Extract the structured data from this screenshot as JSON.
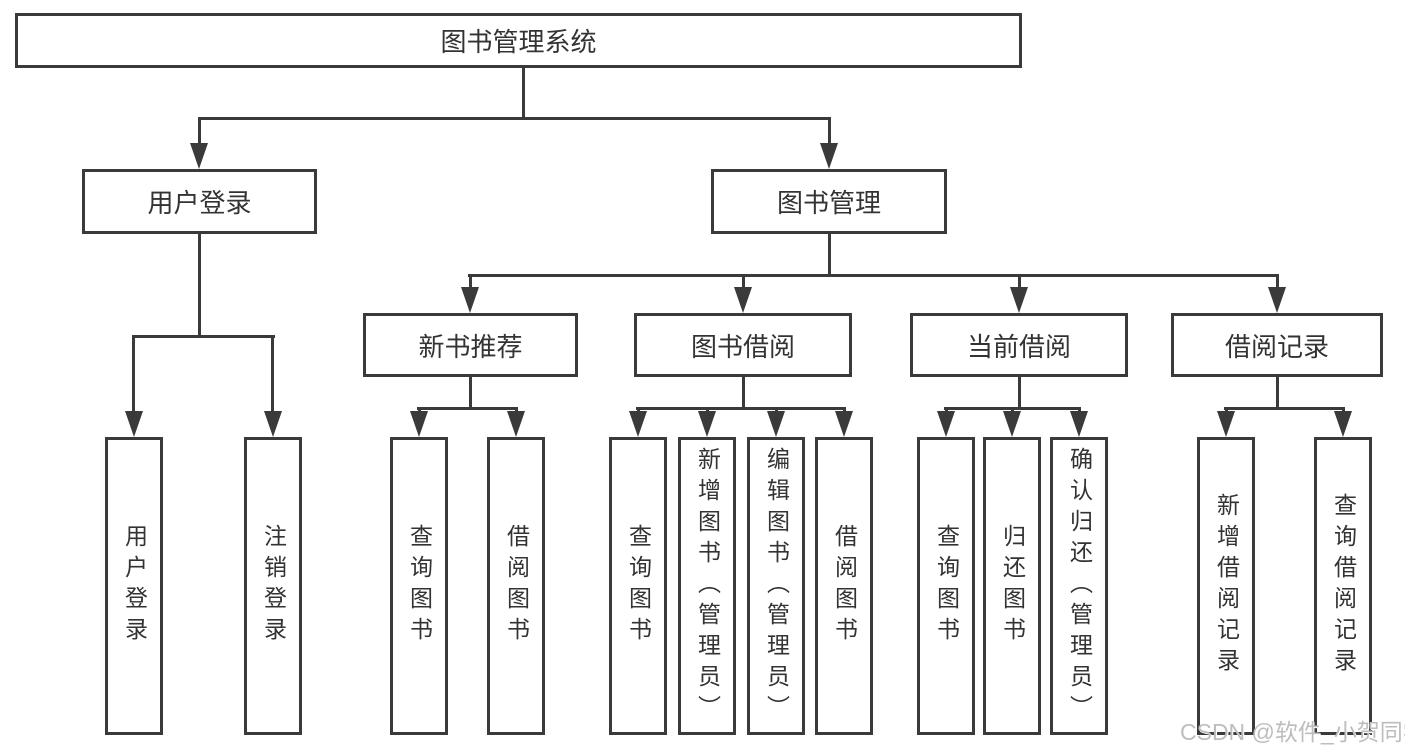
{
  "colors": {
    "line": "#3a3a3a",
    "text": "#333333",
    "background": "#ffffff",
    "watermark": "#bdbdbd"
  },
  "tree": {
    "root": {
      "label": "图书管理系统"
    },
    "branches": [
      {
        "label": "用户登录",
        "leaves": [
          {
            "label": "用户登录"
          },
          {
            "label": "注销登录"
          }
        ]
      },
      {
        "label": "图书管理",
        "groups": [
          {
            "label": "新书推荐",
            "leaves": [
              {
                "label": "查询图书"
              },
              {
                "label": "借阅图书"
              }
            ]
          },
          {
            "label": "图书借阅",
            "leaves": [
              {
                "label": "查询图书"
              },
              {
                "label": "新增图书（管理员）"
              },
              {
                "label": "编辑图书（管理员）"
              },
              {
                "label": "借阅图书"
              }
            ]
          },
          {
            "label": "当前借阅",
            "leaves": [
              {
                "label": "查询图书"
              },
              {
                "label": "归还图书"
              },
              {
                "label": "确认归还（管理员）"
              }
            ]
          },
          {
            "label": "借阅记录",
            "leaves": [
              {
                "label": "新增借阅记录"
              },
              {
                "label": "查询借阅记录"
              }
            ]
          }
        ]
      }
    ]
  },
  "watermark": {
    "text": "CSDN @软件_小贺同学"
  }
}
